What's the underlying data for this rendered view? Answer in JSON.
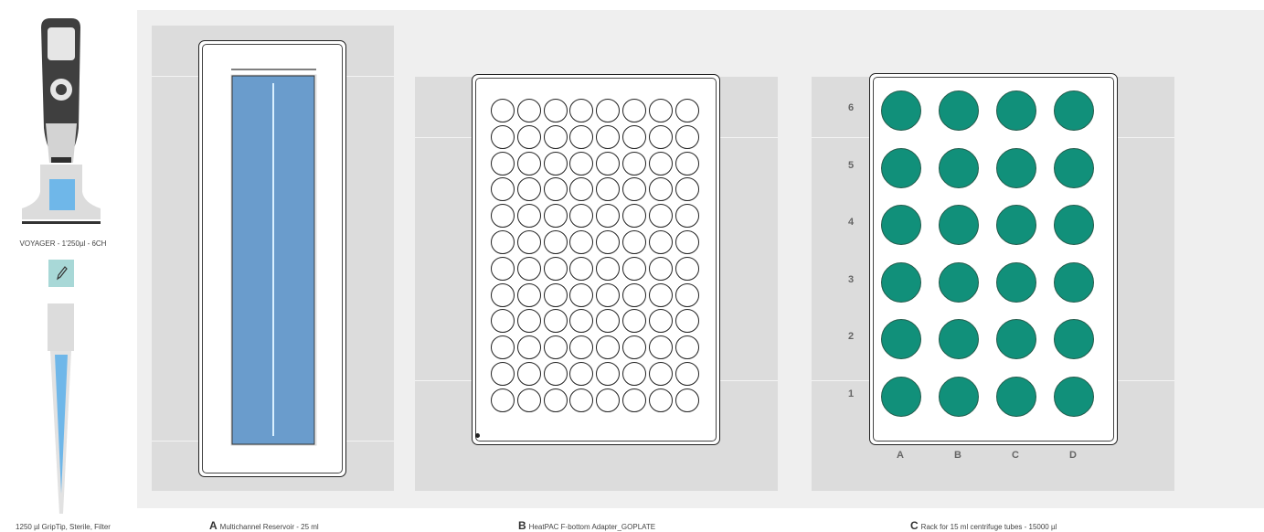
{
  "pipette": {
    "name": "VOYAGER - 1'250µl - 6CH",
    "tip_name": "1250 µl GripTip, Sterile, Filter",
    "edit_icon": "pencil-icon",
    "colors": {
      "body": "#3f3f3f",
      "accent": "#6fb7e9",
      "edit_bg": "#a8d8d7"
    }
  },
  "deck": {
    "positions": [
      {
        "letter": "A",
        "name": "Multichannel Reservoir - 25 ml"
      },
      {
        "letter": "B",
        "name": "HeatPAC F-bottom Adapter_GOPLATE"
      },
      {
        "letter": "C",
        "name": "Rack for 15 ml centrifuge tubes - 15000 µl"
      }
    ]
  },
  "plate_b": {
    "rows": 12,
    "cols": 8
  },
  "rack_c": {
    "rows": [
      "6",
      "5",
      "4",
      "3",
      "2",
      "1"
    ],
    "cols": [
      "A",
      "B",
      "C",
      "D"
    ],
    "tube_color": "#11907a"
  },
  "reservoir_a": {
    "fill_color": "#6a9ccc"
  }
}
